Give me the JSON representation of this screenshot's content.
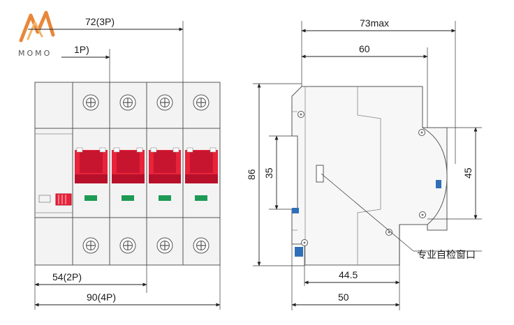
{
  "logo": {
    "text": "MOMO",
    "colors": {
      "stroke_a": "#e8873a",
      "stroke_b": "#f2b56b"
    }
  },
  "front_view": {
    "dim_72_3p": "72(3P)",
    "dim_1p": "1P)",
    "dim_54_2p": "54(2P)",
    "dim_90_4p": "90(4P)",
    "pole_count": 4,
    "colors": {
      "handle": "#e8233a",
      "handle_dark": "#b8102a",
      "indicator": "#1e9a55",
      "body": "#f2f2f2",
      "panel": "#e6e6e6"
    }
  },
  "side_view": {
    "dim_73max": "73max",
    "dim_60": "60",
    "dim_86": "86",
    "dim_35": "35",
    "dim_45": "45",
    "dim_44_5": "44.5",
    "dim_50": "50",
    "callout_label": "专业自检窗口",
    "colors": {
      "clip": "#2f6fb8"
    }
  }
}
